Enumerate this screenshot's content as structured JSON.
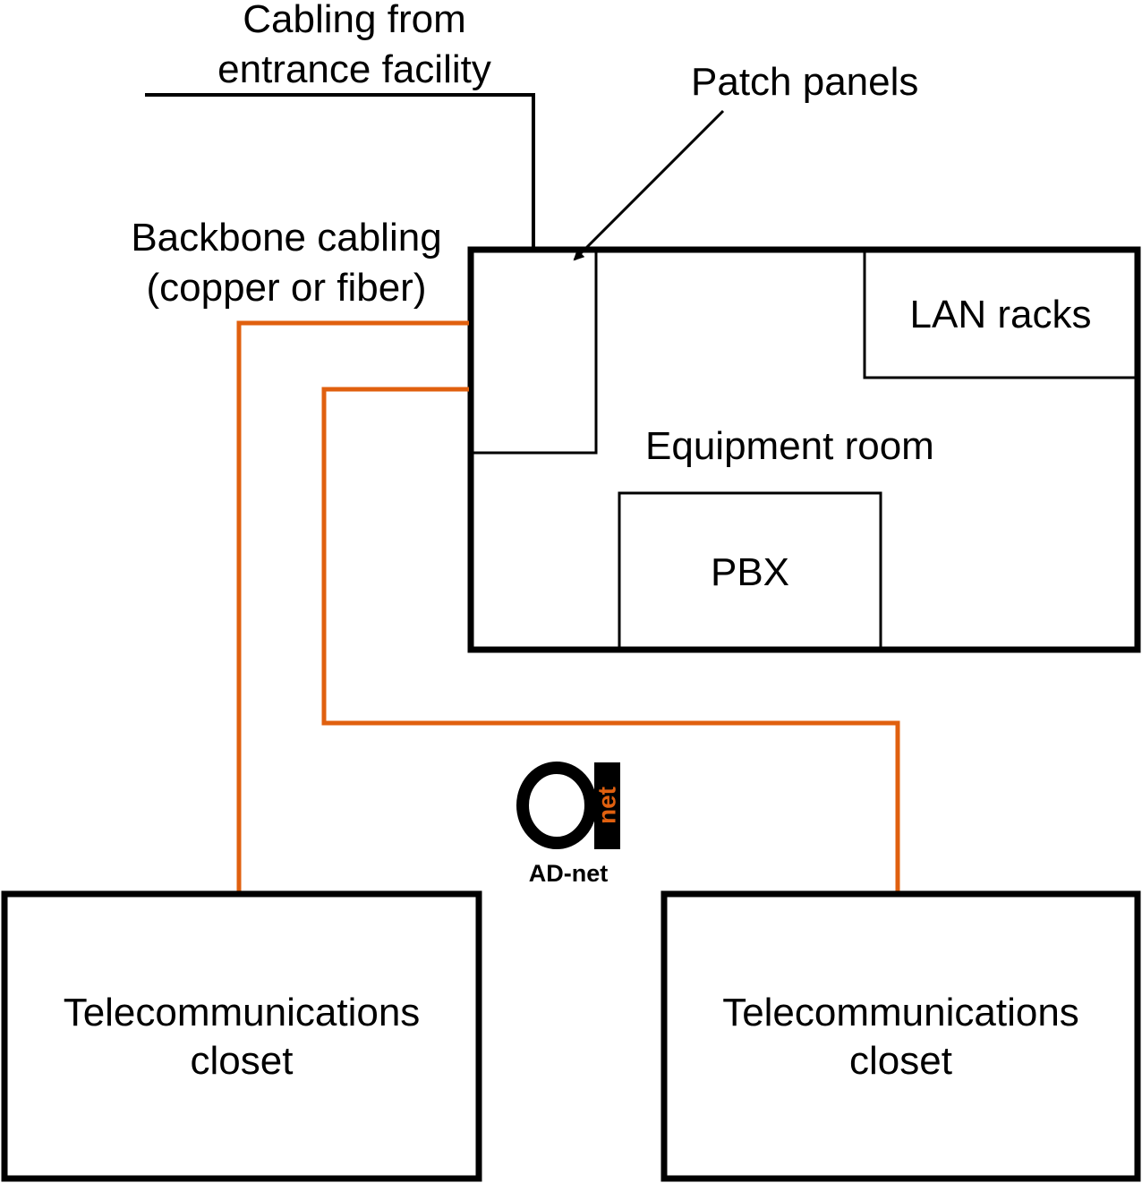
{
  "labels": {
    "entrance_line1": "Cabling from",
    "entrance_line2": "entrance facility",
    "patch_panels": "Patch panels",
    "backbone_line1": "Backbone cabling",
    "backbone_line2": "(copper or fiber)",
    "lan_racks": "LAN racks",
    "equipment_room": "Equipment room",
    "pbx": "PBX",
    "closet_left_line1": "Telecommunications",
    "closet_left_line2": "closet",
    "closet_right_line1": "Telecommunications",
    "closet_right_line2": "closet"
  },
  "logo": {
    "text": "AD-net",
    "mark_text": "net"
  },
  "colors": {
    "structure": "#000000",
    "backbone_cable": "#e0600f",
    "logo_accent": "#e0600f",
    "background": "#ffffff"
  }
}
